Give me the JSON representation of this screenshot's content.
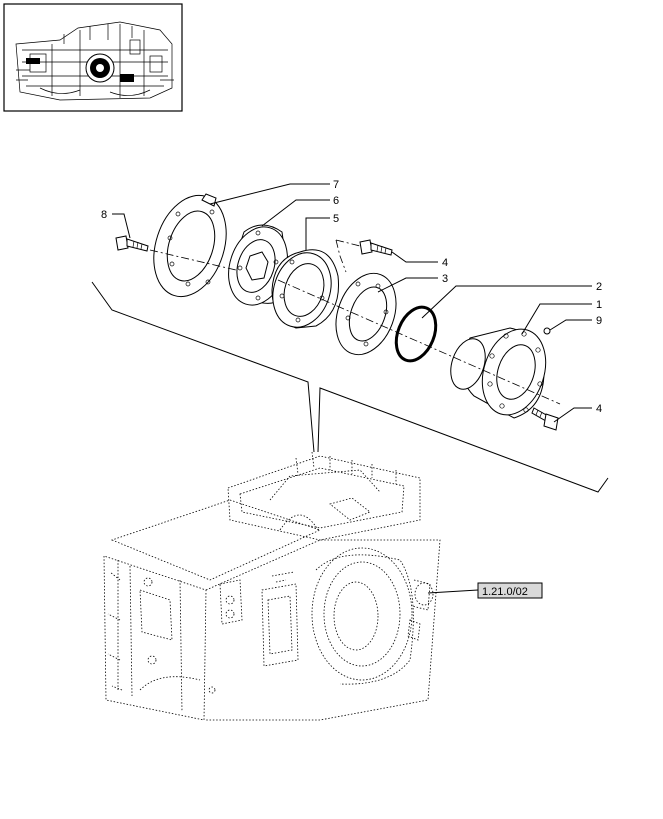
{
  "callouts": [
    {
      "id": "7",
      "label": "7"
    },
    {
      "id": "6",
      "label": "6"
    },
    {
      "id": "5",
      "label": "5"
    },
    {
      "id": "8",
      "label": "8"
    },
    {
      "id": "4a",
      "label": "4"
    },
    {
      "id": "3",
      "label": "3"
    },
    {
      "id": "2",
      "label": "2"
    },
    {
      "id": "1",
      "label": "1"
    },
    {
      "id": "9",
      "label": "9"
    },
    {
      "id": "4b",
      "label": "4"
    }
  ],
  "reference_box": {
    "label": "1.21.0/02",
    "fill": "#d9d9d9"
  },
  "thumbnail": {
    "icon": "transmission-overview-icon"
  }
}
